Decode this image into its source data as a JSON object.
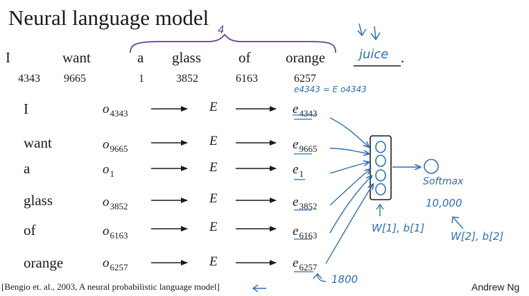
{
  "title": "Neural language model",
  "sentence": {
    "words": [
      "I",
      "want",
      "a",
      "glass",
      "of",
      "orange"
    ],
    "indices": [
      "4343",
      "9665",
      "1",
      "3852",
      "6163",
      "6257"
    ],
    "target_word": "juice",
    "period": ".",
    "bracket_label": "4"
  },
  "rows": [
    {
      "word": "I",
      "o_sub": "4343",
      "e_sub": "4343"
    },
    {
      "word": "want",
      "o_sub": "9665",
      "e_sub": "9665"
    },
    {
      "word": "a",
      "o_sub": "1",
      "e_sub": "1"
    },
    {
      "word": "glass",
      "o_sub": "3852",
      "e_sub": "3852"
    },
    {
      "word": "of",
      "o_sub": "6163",
      "e_sub": "6163"
    },
    {
      "word": "orange",
      "o_sub": "6257",
      "e_sub": "6257"
    }
  ],
  "symbols": {
    "one_hot": "o",
    "matrix": "E",
    "embedding": "e"
  },
  "annotations": {
    "embedding_eq": "e4343 = E o4343",
    "softmax": "Softmax",
    "vocab_size": "10,000",
    "hidden_params": "W[1], b[1]",
    "softmax_params": "W[2], b[2]",
    "input_dim": "1800"
  },
  "citation": "[Bengio et. al., 2003, A neural probabilistic language model]",
  "author": "Andrew Ng",
  "colors": {
    "ink": "#1a1a1a",
    "handwriting": "#2b6fb3",
    "bracket": "#6a3d8f"
  }
}
